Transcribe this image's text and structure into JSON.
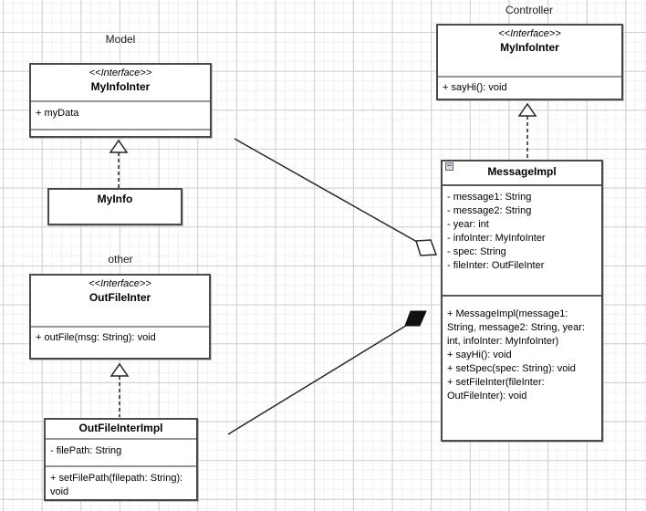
{
  "diagram": {
    "labels": {
      "model": "Model",
      "controller": "Controller",
      "other": "other"
    },
    "classes": {
      "model_interface": {
        "stereotype": "<<Interface>>",
        "name": "MyInfoInter",
        "attributes": [
          "+ myData"
        ],
        "methods": []
      },
      "my_info": {
        "name": "MyInfo"
      },
      "out_file_inter": {
        "stereotype": "<<Interface>>",
        "name": "OutFileInter",
        "attributes": [],
        "methods": [
          "+ outFile(msg: String): void"
        ]
      },
      "out_file_inter_impl": {
        "name": "OutFileInterImpl",
        "attributes": [
          "- filePath: String"
        ],
        "methods": [
          "+ setFilePath(filepath: String): void"
        ]
      },
      "controller_interface": {
        "stereotype": "<<Interface>>",
        "name": "MyInfoInter",
        "attributes": [],
        "methods": [
          "+ sayHi(): void"
        ]
      },
      "message_impl": {
        "collapse_glyph": "−",
        "name": "MessageImpl",
        "attributes": [
          "- message1: String",
          "- message2: String",
          "- year: int",
          "- infoInter: MyInfoInter",
          "- spec: String",
          "- fileInter: OutFileInter"
        ],
        "methods": [
          "+ MessageImpl(message1: String, message2: String, year: int, infoInter: MyInfoInter)",
          "+ sayHi(): void",
          "+ setSpec(spec: String): void",
          "+ setFileInter(fileInter: OutFileInter): void"
        ]
      }
    },
    "relationships": {
      "realization_count": 3,
      "aggregation": "MessageImpl ◇— MyInfoInter (Model)",
      "composition": "MessageImpl ◆— OutFileInterImpl"
    }
  },
  "colors": {
    "border": "#4a4a4a",
    "divider": "#979797",
    "divider_dark": "#5a5a5a",
    "grid_major": "#cfcfcf",
    "grid_minor": "#f1f1f3",
    "line": "#262626"
  }
}
